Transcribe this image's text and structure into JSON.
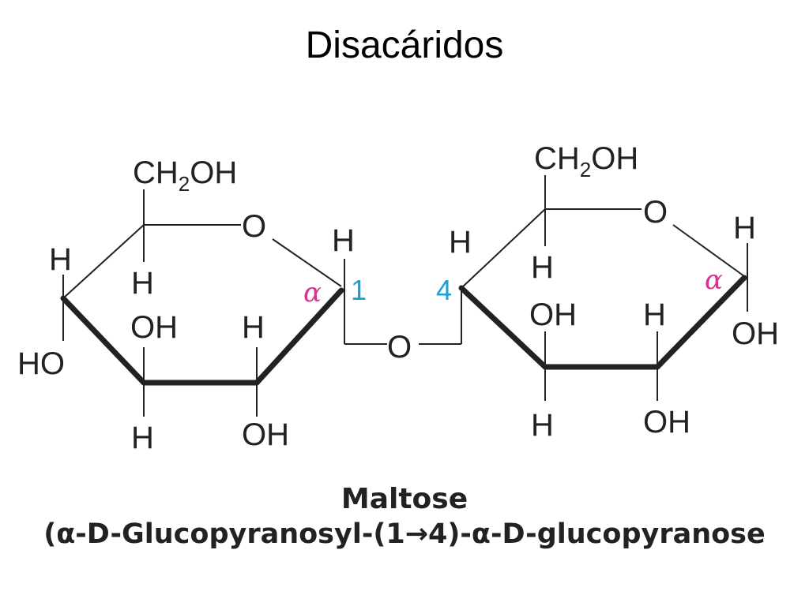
{
  "title": "Disacáridos",
  "molecule": {
    "left_ring": {
      "ch2oh_main": "CH",
      "ch2oh_sub": "2",
      "ch2oh_tail": "OH",
      "ring_o": "O",
      "h_c4": "H",
      "ho_c4": "HO",
      "h_c5": "H",
      "oh_c3": "OH",
      "h_c3": "H",
      "h_c2": "H",
      "oh_c2": "OH",
      "h_c1": "H",
      "alpha": "α",
      "num": "1"
    },
    "glycosidic_o": "O",
    "right_ring": {
      "ch2oh_main": "CH",
      "ch2oh_sub": "2",
      "ch2oh_tail": "OH",
      "ring_o": "O",
      "h_c4": "H",
      "num": "4",
      "h_c5": "H",
      "oh_c3": "OH",
      "h_c3": "H",
      "h_c2": "H",
      "oh_c2": "OH",
      "h_c1": "H",
      "oh_c1": "OH",
      "alpha": "α"
    }
  },
  "caption": {
    "name": "Maltose",
    "iupac": "(α-D-Glucopyranosyl-(1→4)-α-D-glucopyranose"
  },
  "colors": {
    "alpha": "#d6338f",
    "position_number": "#1a9fd6"
  }
}
